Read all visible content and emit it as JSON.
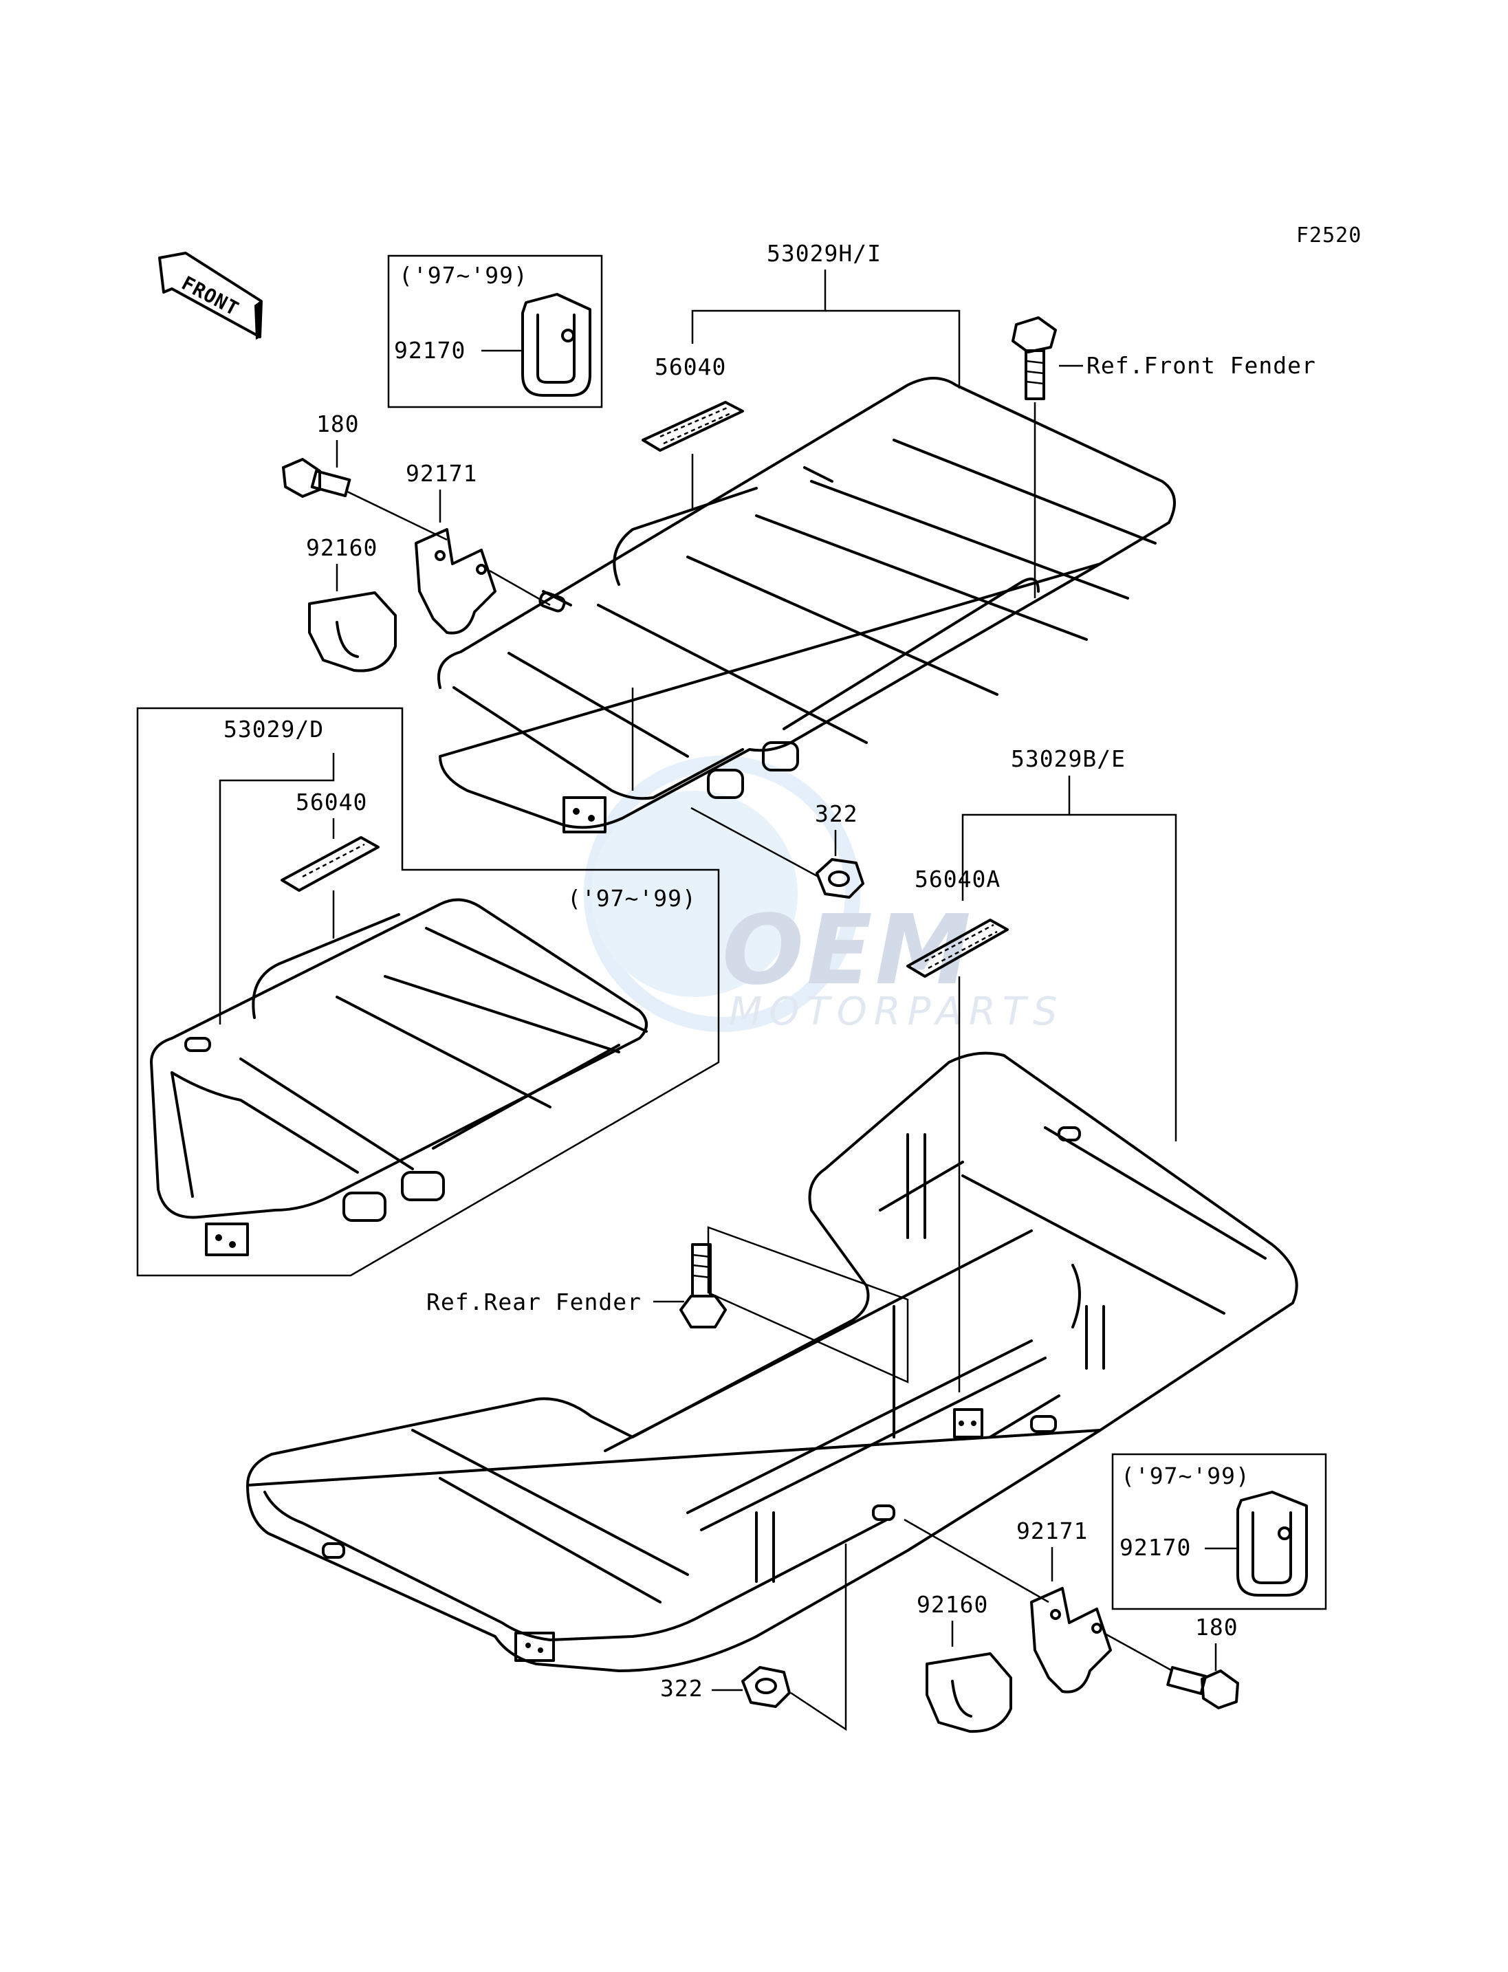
{
  "figure_code": "F2520",
  "front_marker": "FRONT",
  "labels": {
    "carrier_front": "53029H/I",
    "carrier_front_alt": "53029/D",
    "carrier_rear": "53029B/E",
    "decal_front": "56040",
    "decal_front_alt": "56040",
    "decal_rear": "56040A",
    "bolt_front": "180",
    "bolt_rear": "180",
    "bracket_front": "92171",
    "bracket_rear": "92171",
    "rubber_front": "92160",
    "rubber_rear": "92160",
    "clamp_front": "92170",
    "clamp_rear": "92170",
    "nut_front": "322",
    "nut_rear": "322",
    "ref_front": "Ref.Front Fender",
    "ref_rear": "Ref.Rear Fender",
    "year_box_front": "('97~'99)",
    "year_box_alt": "('97~'99)",
    "year_box_rear": "('97~'99)"
  },
  "watermark": {
    "brand": "OEM",
    "sub": "MOTORPARTS"
  }
}
